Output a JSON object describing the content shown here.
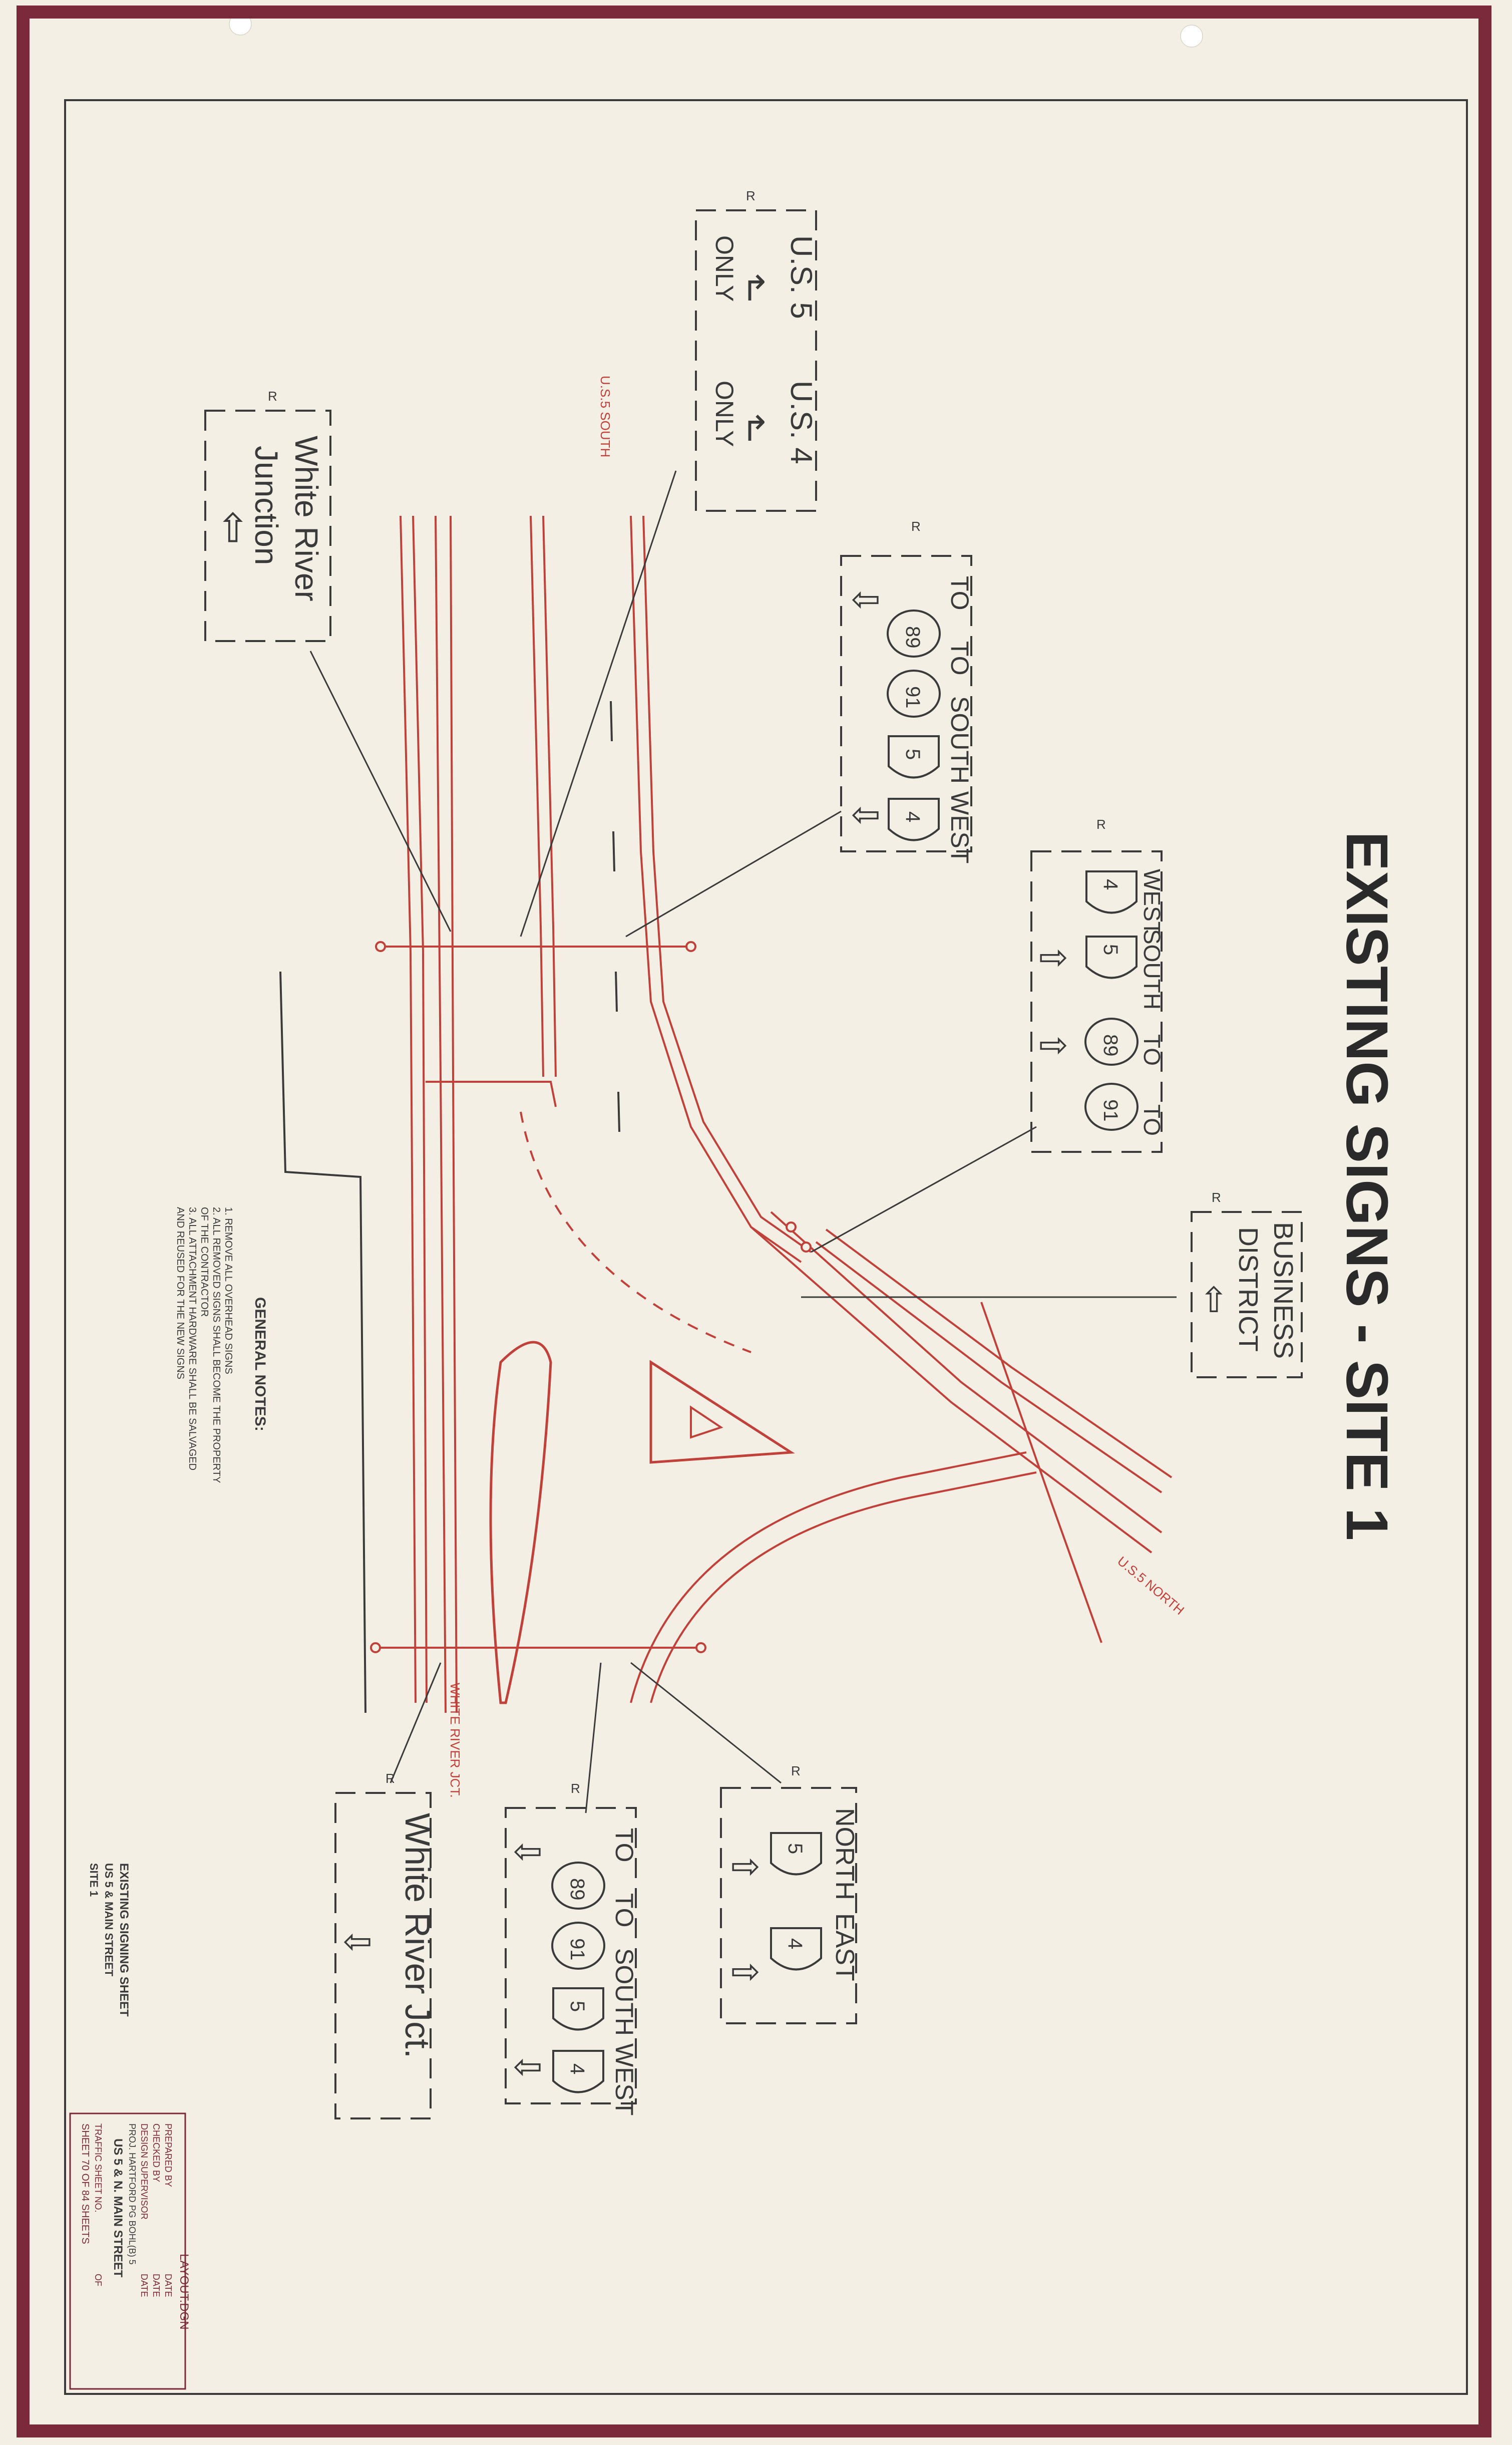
{
  "sheet": {
    "title": "EXISTING SIGNS - SITE 1",
    "border_color": "#7a2a3a",
    "road_color": "#c0403a",
    "ink_color": "#3a3a3a"
  },
  "direction_labels": {
    "us5_south": "U.S.5 SOUTH",
    "us5_north": "U.S.5 NORTH",
    "white_river_jct": "WHITE RIVER JCT."
  },
  "signs": {
    "lane_control": {
      "left": "U.S. 5",
      "right": "U.S. 4",
      "left_sub": "ONLY",
      "right_sub": "ONLY",
      "marker": "R"
    },
    "junction_upper": {
      "line1": "White River",
      "line2": "Junction",
      "marker": "R"
    },
    "to_routes_upper": {
      "to1": "TO",
      "to2": "TO",
      "south": "SOUTH",
      "west": "WEST",
      "shield1": "89",
      "shield2": "91",
      "shield3": "5",
      "shield4": "4",
      "marker": "R"
    },
    "west_south_upper": {
      "west": "WEST",
      "south": "SOUTH",
      "to1": "TO",
      "to2": "TO",
      "shield1": "4",
      "shield2": "5",
      "shield3": "89",
      "shield4": "91",
      "marker": "R"
    },
    "business_district": {
      "line1": "BUSINESS",
      "line2": "DISTRICT",
      "marker": "R"
    },
    "north_east": {
      "north": "NORTH",
      "east": "EAST",
      "shield1": "5",
      "shield2": "4",
      "marker": "R"
    },
    "to_routes_lower": {
      "to1": "TO",
      "to2": "TO",
      "south": "SOUTH",
      "west": "WEST",
      "shield1": "89",
      "shield2": "91",
      "shield3": "5",
      "shield4": "4",
      "marker": "R"
    },
    "junction_lower": {
      "line1": "White River Jct.",
      "marker": "R"
    }
  },
  "notes": {
    "heading": "GENERAL NOTES:",
    "items": [
      "1. REMOVE ALL OVERHEAD SIGNS",
      "2. ALL REMOVED SIGNS SHALL BECOME THE PROPERTY",
      "   OF THE CONTRACTOR",
      "3. ALL ATTACHMENT HARDWARE SHALL BE SALVAGED",
      "   AND REUSED FOR THE NEW SIGNS"
    ]
  },
  "sheet_label": {
    "line1": "EXISTING SIGNING SHEET",
    "line2": "US 5 & MAIN STREET",
    "line3": "SITE 1"
  },
  "title_block": {
    "file": "LAYOUT.DGN",
    "prepared": "PREPARED BY",
    "checked": "CHECKED BY",
    "design": "DESIGN SUPERVISOR",
    "date1": "DATE",
    "date2": "DATE",
    "date3": "DATE",
    "project": "PROJ. HARTFORD PG BOHL(B) 5",
    "location": "US 5 & N. MAIN STREET",
    "traffic": "TRAFFIC SHEET NO.",
    "of": "OF",
    "sheet_no": "SHEET 70 OF 84 SHEETS"
  }
}
